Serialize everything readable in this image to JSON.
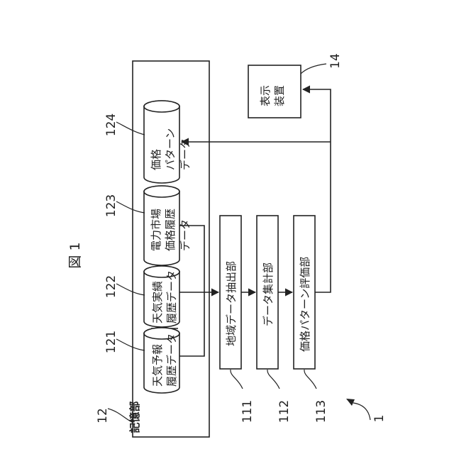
{
  "figure": {
    "title": "図 1"
  },
  "storage": {
    "label": "記憶部",
    "ref": "12",
    "databases": [
      {
        "ref": "121",
        "text": "天気予報\n履歴データ"
      },
      {
        "ref": "122",
        "text": "天気実績\n履歴データ"
      },
      {
        "ref": "123",
        "text": "電力市場\n価格履歴\nデータ"
      },
      {
        "ref": "124",
        "text": "価格\nパターン\nデータ"
      }
    ]
  },
  "processing": [
    {
      "ref": "111",
      "text": "地域データ抽出部"
    },
    {
      "ref": "112",
      "text": "データ集計部"
    },
    {
      "ref": "113",
      "text": "価格パターン評価部"
    }
  ],
  "display": {
    "ref": "14",
    "text": "表示\n装置"
  },
  "system": {
    "ref": "1"
  }
}
